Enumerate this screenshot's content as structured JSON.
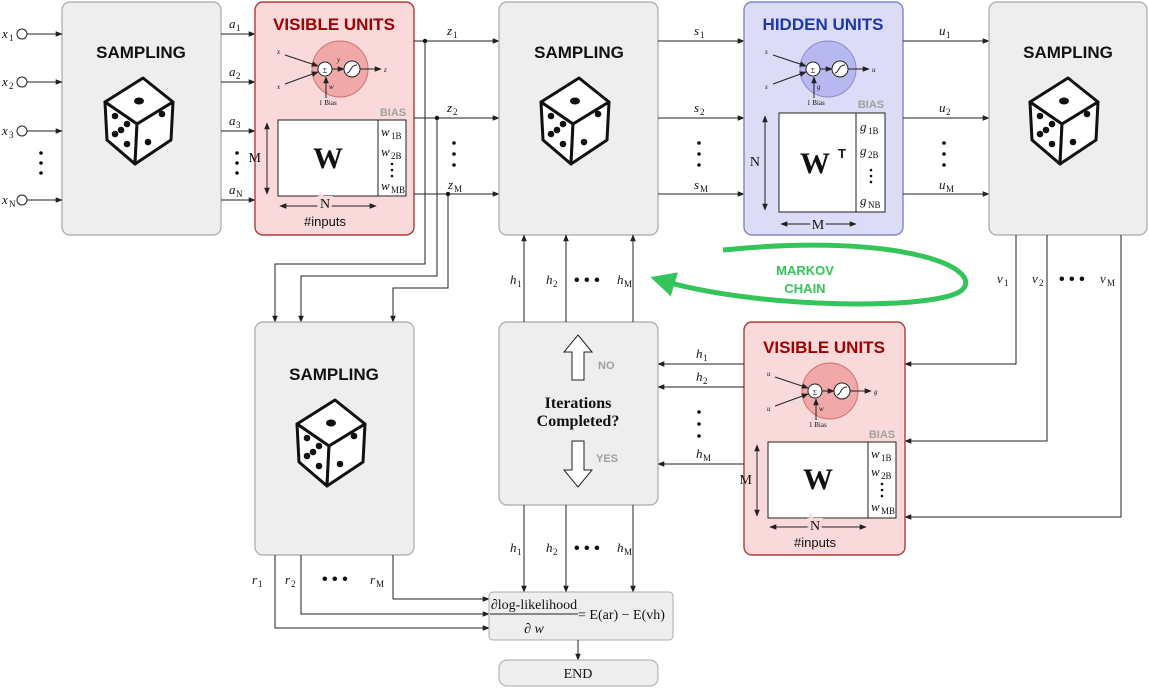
{
  "labels": {
    "sampling": "SAMPLING",
    "visible_units": "VISIBLE UNITS",
    "hidden_units": "HIDDEN UNITS",
    "bias": "BIAS",
    "markov_line1": "MARKOV",
    "markov_line2": "CHAIN",
    "iterations_line1": "Iterations",
    "iterations_line2": "Completed?",
    "no": "NO",
    "yes": "YES",
    "end": "END",
    "inputs": "#inputs",
    "matrix_w": "W",
    "matrix_wt": "W",
    "transpose_mark": "T",
    "dim_m": "M",
    "dim_n": "N",
    "one_bias": "1 Bias",
    "sigma": "Σ",
    "ellipsis": "• • •",
    "formula_lhs_num": "∂log-likelihood",
    "formula_lhs_den": "∂ w",
    "formula_rhs": "= E(ar) − E(vh)"
  },
  "vars": {
    "x": "x",
    "a": "a",
    "z": "z",
    "s": "s",
    "u": "u",
    "v": "v",
    "h": "h",
    "r": "r",
    "w": "w",
    "g": "g",
    "y": "y"
  },
  "subs": {
    "1": "1",
    "2": "2",
    "3": "3",
    "N": "N",
    "M": "M",
    "B": "B",
    "1B": "1B",
    "2B": "2B",
    "MB": "MB",
    "NB": "NB"
  },
  "colors": {
    "visible_fill": "#f9d9d9",
    "visible_title": "#a00000",
    "hidden_fill": "#dcdcf7",
    "hidden_title": "#1d39a8",
    "markov_arrow": "#33c45a",
    "box_gray": "#eeeeee"
  },
  "icons": [
    "dice-icon",
    "neuron-icon",
    "up-arrow-icon",
    "down-arrow-icon"
  ]
}
